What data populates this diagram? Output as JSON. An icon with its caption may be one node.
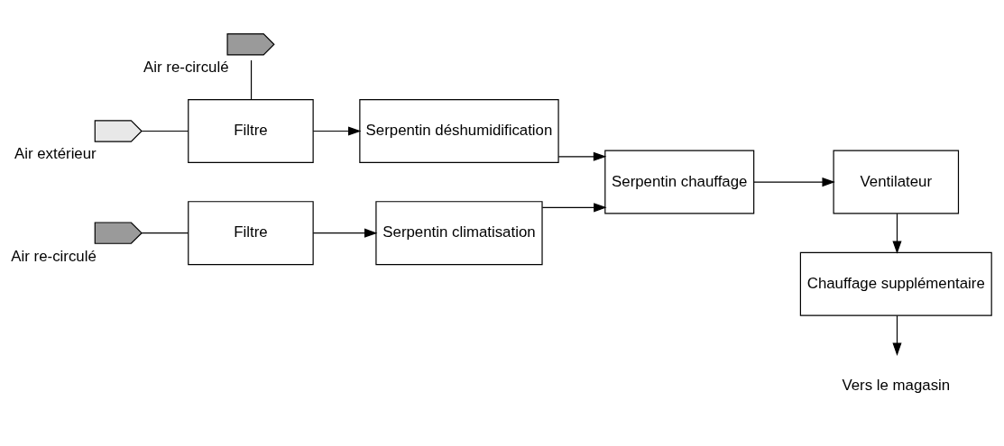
{
  "diagram": {
    "nodes": [
      {
        "text": [],
        "shape": "pentagon",
        "beside": [
          "Air extérieur"
        ]
      },
      {
        "text": [
          "Filtre"
        ]
      },
      {
        "text": [],
        "shape": "pentagon",
        "beside": [
          "Air re-circulé"
        ]
      },
      {
        "text": [
          "Serpentin déshumidification"
        ]
      },
      {
        "text": [],
        "shape": "pentagon",
        "beside": [
          "Air re-circulé"
        ]
      },
      {
        "text": [
          "Filtre"
        ]
      },
      {
        "text": [
          "Serpentin climatisation"
        ]
      },
      {
        "text": [
          "Serpentin chauffage"
        ]
      },
      {
        "text": [
          "Ventilateur"
        ]
      },
      {
        "text": [
          "Chauffage supplémentaire"
        ]
      },
      {
        "text": [
          "Vers le magasin"
        ]
      }
    ],
    "edges": [
      {
        "from": 0,
        "to": 1,
        "arrow": "none"
      },
      {
        "from": 2,
        "to": 1,
        "arrow": "none"
      },
      {
        "from": 1,
        "to": 3,
        "arrow": "to"
      },
      {
        "from": 4,
        "to": 5,
        "arrow": "none"
      },
      {
        "from": 5,
        "to": 6,
        "arrow": "to"
      },
      {
        "from": 3,
        "to": 7,
        "arrow": "to"
      },
      {
        "from": 6,
        "to": 7,
        "arrow": "to"
      },
      {
        "from": 7,
        "to": 8,
        "arrow": "to"
      },
      {
        "from": 8,
        "to": 9,
        "arrow": "to"
      },
      {
        "from": 9,
        "to": 10,
        "arrow": "to"
      }
    ]
  }
}
